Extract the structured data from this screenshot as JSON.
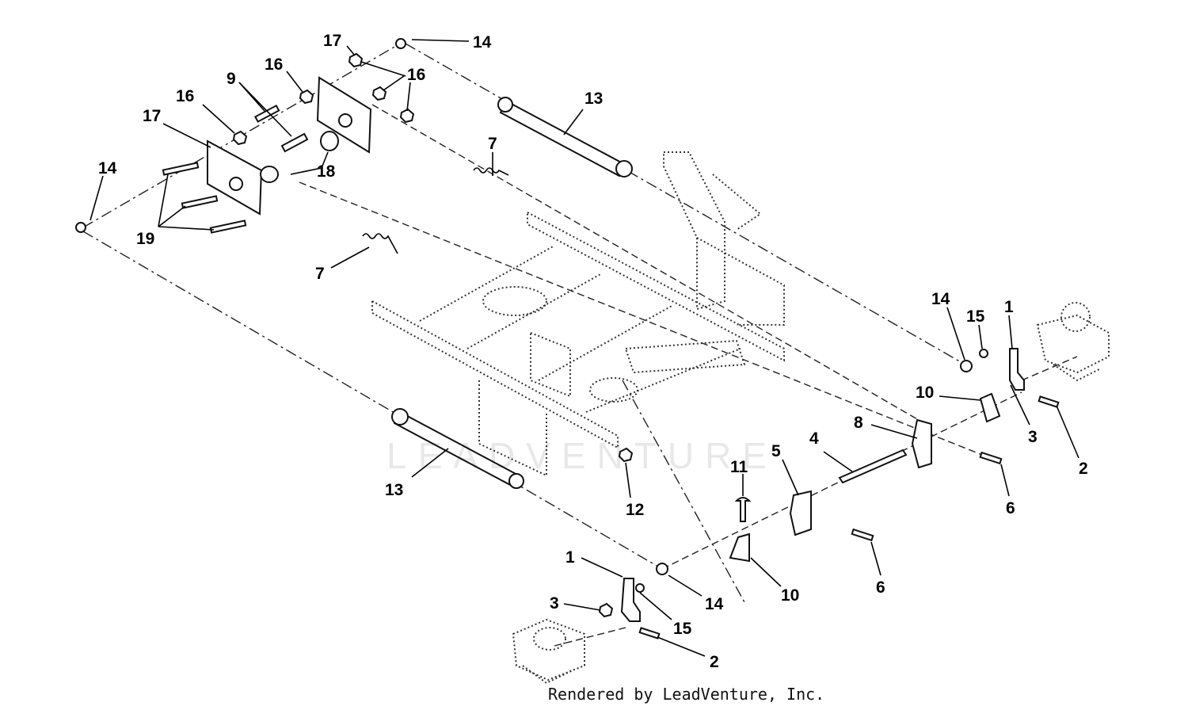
{
  "credit": "Rendered by LeadVenture, Inc.",
  "watermark": "LEADVENTURE",
  "callouts": {
    "c17_top": "17",
    "c14_top": "14",
    "c16_a": "16",
    "c16_b": "16",
    "c9": "9",
    "c16_c": "16",
    "c17_left": "17",
    "c18": "18",
    "c14_left": "14",
    "c19": "19",
    "c13_top": "13",
    "c7_top": "7",
    "c7_mid": "7",
    "c13_bottom": "13",
    "c12": "12",
    "c14_right": "14",
    "c15_right": "15",
    "c1_right": "1",
    "c10_right": "10",
    "c3_right": "3",
    "c2_right": "2",
    "c8": "8",
    "c4": "4",
    "c5": "5",
    "c6_right": "6",
    "c11": "11",
    "c6_mid": "6",
    "c10_bottom": "10",
    "c1_bottom": "1",
    "c14_bottom": "14",
    "c3_bottom": "3",
    "c15_bottom": "15",
    "c2_bottom": "2"
  }
}
